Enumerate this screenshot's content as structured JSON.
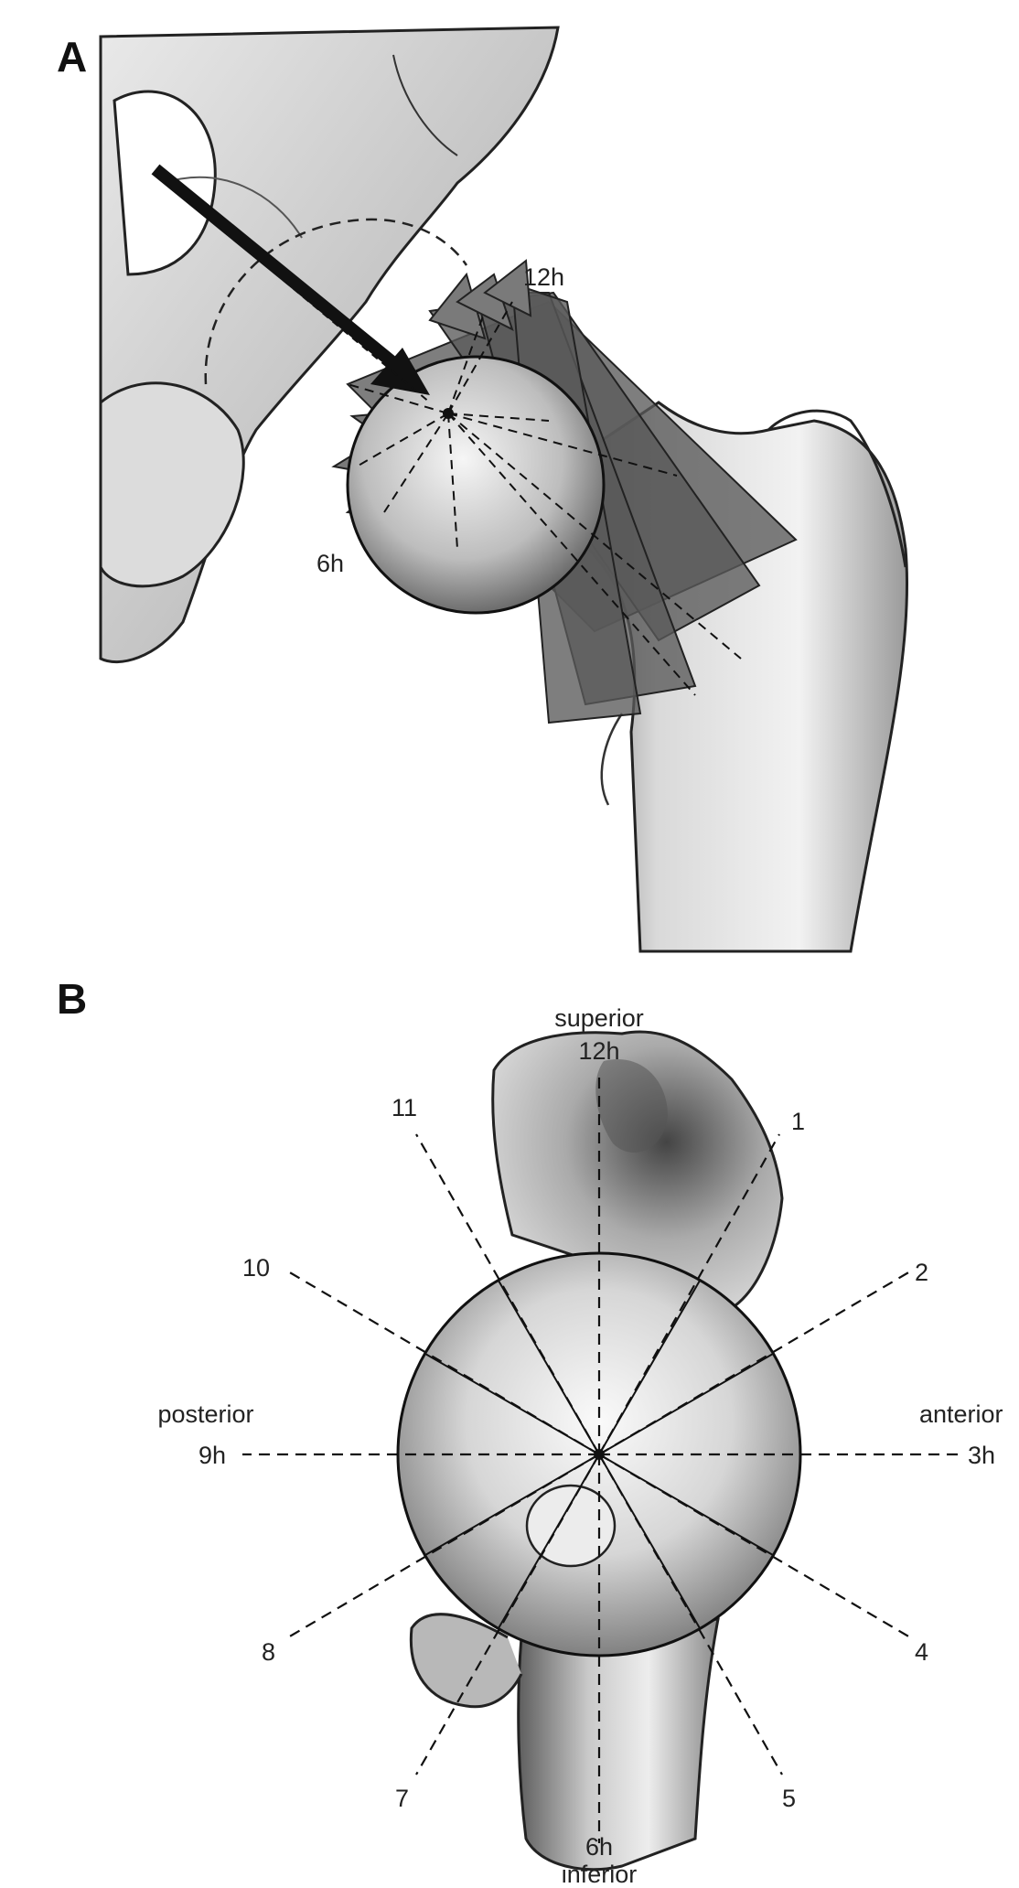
{
  "panel_a": {
    "label": "A",
    "plane_top_label": "12h",
    "plane_bottom_label": "6h"
  },
  "panel_b": {
    "label": "B",
    "superior": "superior",
    "superior_h": "12h",
    "inferior": "inferior",
    "inferior_h": "6h",
    "posterior": "posterior",
    "posterior_h": "9h",
    "anterior": "anterior",
    "anterior_h": "3h",
    "clock_numbers": [
      "1",
      "2",
      "4",
      "5",
      "7",
      "8",
      "10",
      "11"
    ]
  },
  "colors": {
    "ink": "#111111",
    "bone_light": "#eeeeee",
    "bone_shade": "#8a8a8a",
    "plane_fill": "#5a5a5a"
  }
}
